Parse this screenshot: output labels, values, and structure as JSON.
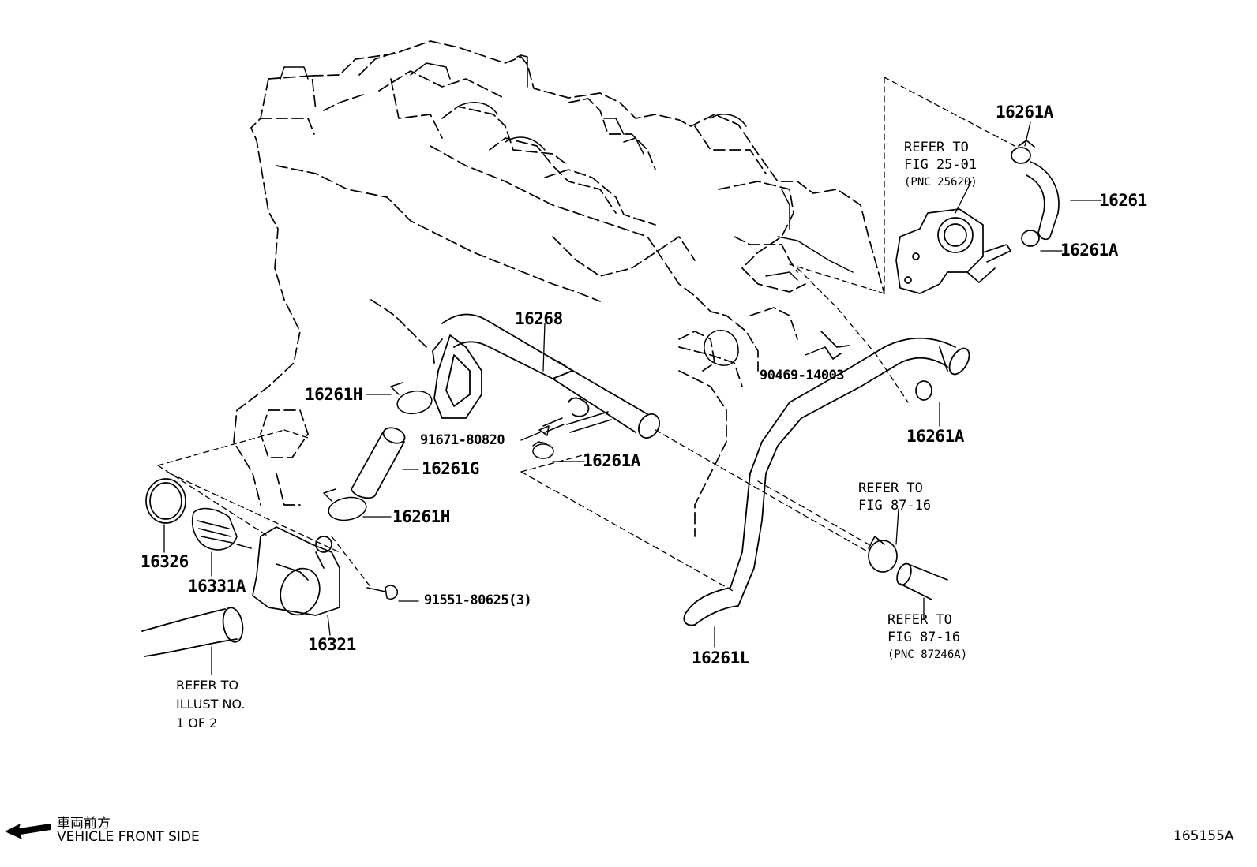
{
  "diagram": {
    "parts": {
      "p16261A_top": "16261A",
      "p16261": "16261",
      "p16261A_right": "16261A",
      "p16268": "16268",
      "p16261H_top": "16261H",
      "p91671": "91671-80820",
      "p16261A_mid": "16261A",
      "p16261G": "16261G",
      "p16261H_bot": "16261H",
      "p90469": "90469-14003",
      "p16261A_hose": "16261A",
      "p16326": "16326",
      "p16331A": "16331A",
      "p16321": "16321",
      "p91551": "91551-80625(3)",
      "p16261L": "16261L"
    },
    "refs": {
      "fig2501": [
        "REFER TO",
        "FIG 25-01",
        "(PNC 25620)"
      ],
      "fig8716_a": [
        "REFER TO",
        "FIG 87-16"
      ],
      "fig8716_b": [
        "REFER TO",
        "FIG 87-16",
        "(PNC 87246A)"
      ],
      "illust": [
        "REFER TO",
        "ILLUST NO.",
        "1 OF 2"
      ]
    },
    "front_jp": "車両前方",
    "front_en": "VEHICLE FRONT SIDE",
    "drawing_no": "165155A"
  }
}
